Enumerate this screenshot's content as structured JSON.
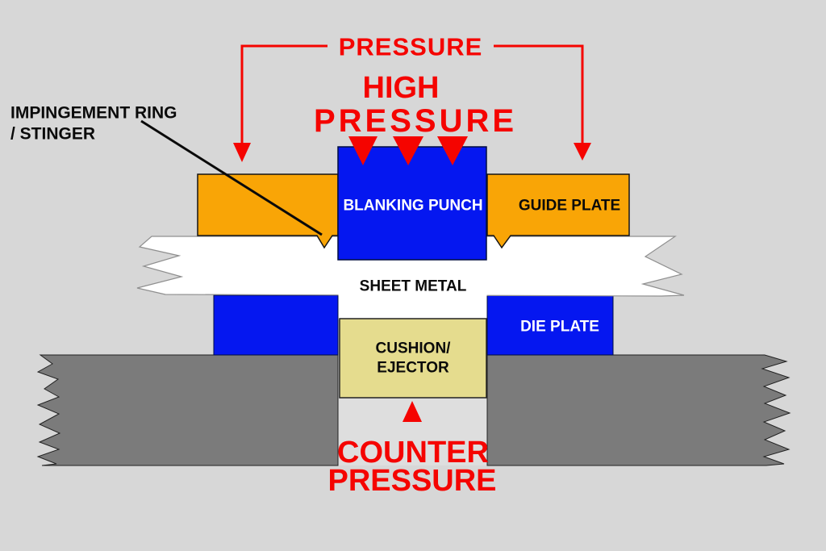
{
  "labels": {
    "pressure": "PRESSURE",
    "high_pressure_1": "HIGH",
    "high_pressure_2": "PRESSURE",
    "impingement_1": "IMPINGEMENT RING",
    "impingement_2": "/ STINGER",
    "blanking_punch": "BLANKING PUNCH",
    "guide_plate": "GUIDE PLATE",
    "sheet_metal": "SHEET METAL",
    "die_plate": "DIE PLATE",
    "cushion_1": "CUSHION/",
    "cushion_2": "EJECTOR",
    "counter_1": "COUNTER",
    "counter_2": "PRESSURE"
  },
  "colors": {
    "background": "#d7d7d7",
    "column_gray": "#dedede",
    "red": "#f50400",
    "blue": "#0517f0",
    "orange": "#f9a506",
    "tan": "#e5dc8e",
    "base_gray": "#7b7b7b",
    "white": "#ffffff",
    "black": "#0a0a0a",
    "sheet_outline": "#8f8f8f"
  }
}
